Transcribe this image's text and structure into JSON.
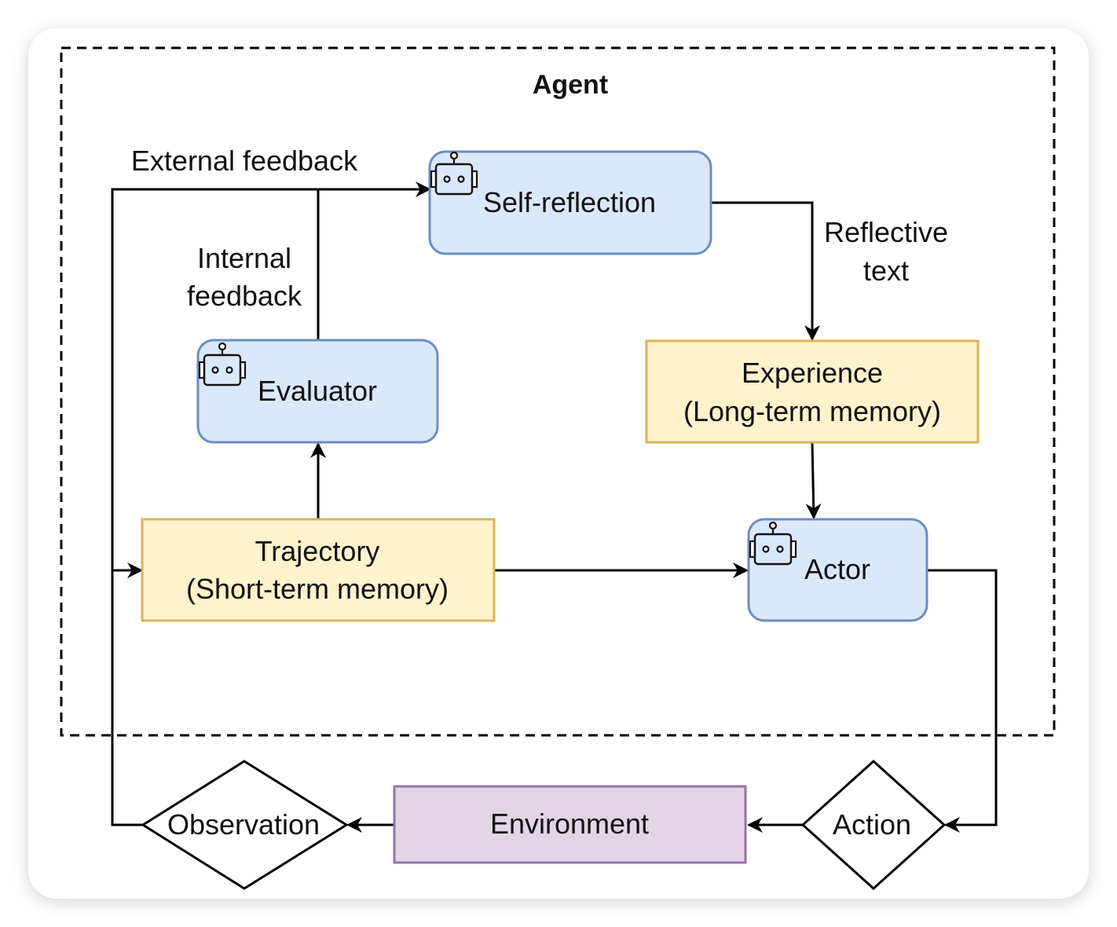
{
  "diagram": {
    "group": {
      "label": "Agent"
    },
    "colors": {
      "agent_fill": "#dae8fc",
      "agent_stroke": "#6c8ebf",
      "memory_fill": "#fff2cc",
      "memory_stroke": "#d6b656",
      "environment_fill": "#e1d5e7",
      "environment_stroke": "#9673a6",
      "line": "#000000"
    },
    "nodes": {
      "self_reflection": {
        "label": "Self-reflection",
        "icon": "robot-icon"
      },
      "evaluator": {
        "label": "Evaluator",
        "icon": "robot-icon"
      },
      "actor": {
        "label": "Actor",
        "icon": "robot-icon"
      },
      "experience": {
        "line1": "Experience",
        "line2": "(Long-term memory)"
      },
      "trajectory": {
        "line1": "Trajectory",
        "line2": "(Short-term memory)"
      },
      "environment": {
        "label": "Environment"
      },
      "observation": {
        "label": "Observation"
      },
      "action": {
        "label": "Action"
      }
    },
    "edges": {
      "external_feedback": {
        "label": "External feedback"
      },
      "internal_feedback": {
        "line1": "Internal",
        "line2": "feedback"
      },
      "reflective_text": {
        "line1": "Reflective",
        "line2": "text"
      }
    },
    "edge_list": [
      {
        "from": "Observation",
        "to": "Self-reflection",
        "label": "External feedback"
      },
      {
        "from": "Observation",
        "to": "Trajectory"
      },
      {
        "from": "Evaluator",
        "to": "Self-reflection",
        "label": "Internal feedback"
      },
      {
        "from": "Trajectory",
        "to": "Evaluator"
      },
      {
        "from": "Self-reflection",
        "to": "Experience",
        "label": "Reflective text"
      },
      {
        "from": "Experience",
        "to": "Actor"
      },
      {
        "from": "Trajectory",
        "to": "Actor"
      },
      {
        "from": "Actor",
        "to": "Action"
      },
      {
        "from": "Action",
        "to": "Environment"
      },
      {
        "from": "Environment",
        "to": "Observation"
      }
    ]
  }
}
